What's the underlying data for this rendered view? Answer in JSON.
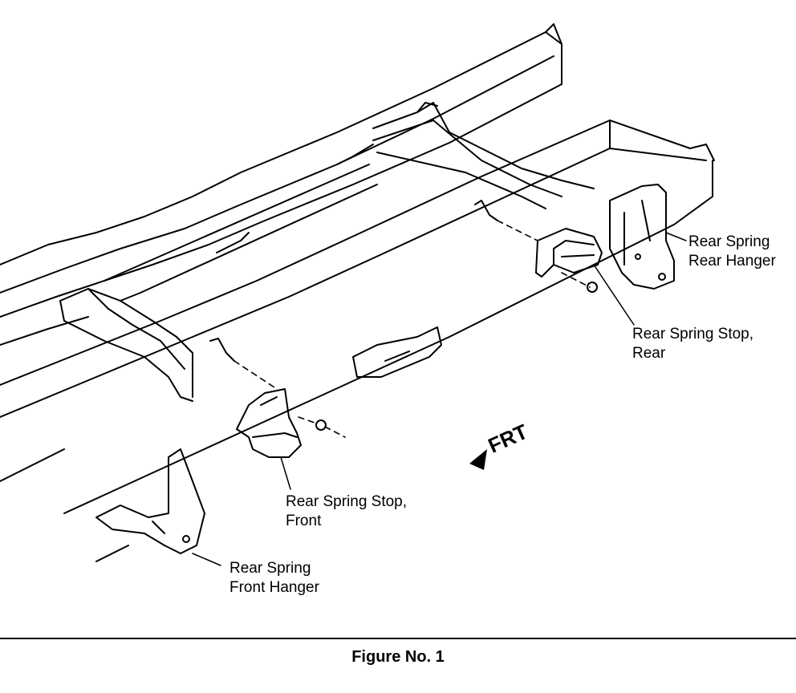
{
  "labels": {
    "rear_hanger": [
      "Rear Spring",
      "Rear Hanger"
    ],
    "stop_rear": [
      "Rear Spring Stop,",
      "Rear"
    ],
    "stop_front": [
      "Rear Spring Stop,",
      "Front"
    ],
    "front_hanger": [
      "Rear Spring",
      "Front Hanger"
    ],
    "direction": "FRT"
  },
  "caption": "Figure No. 1"
}
